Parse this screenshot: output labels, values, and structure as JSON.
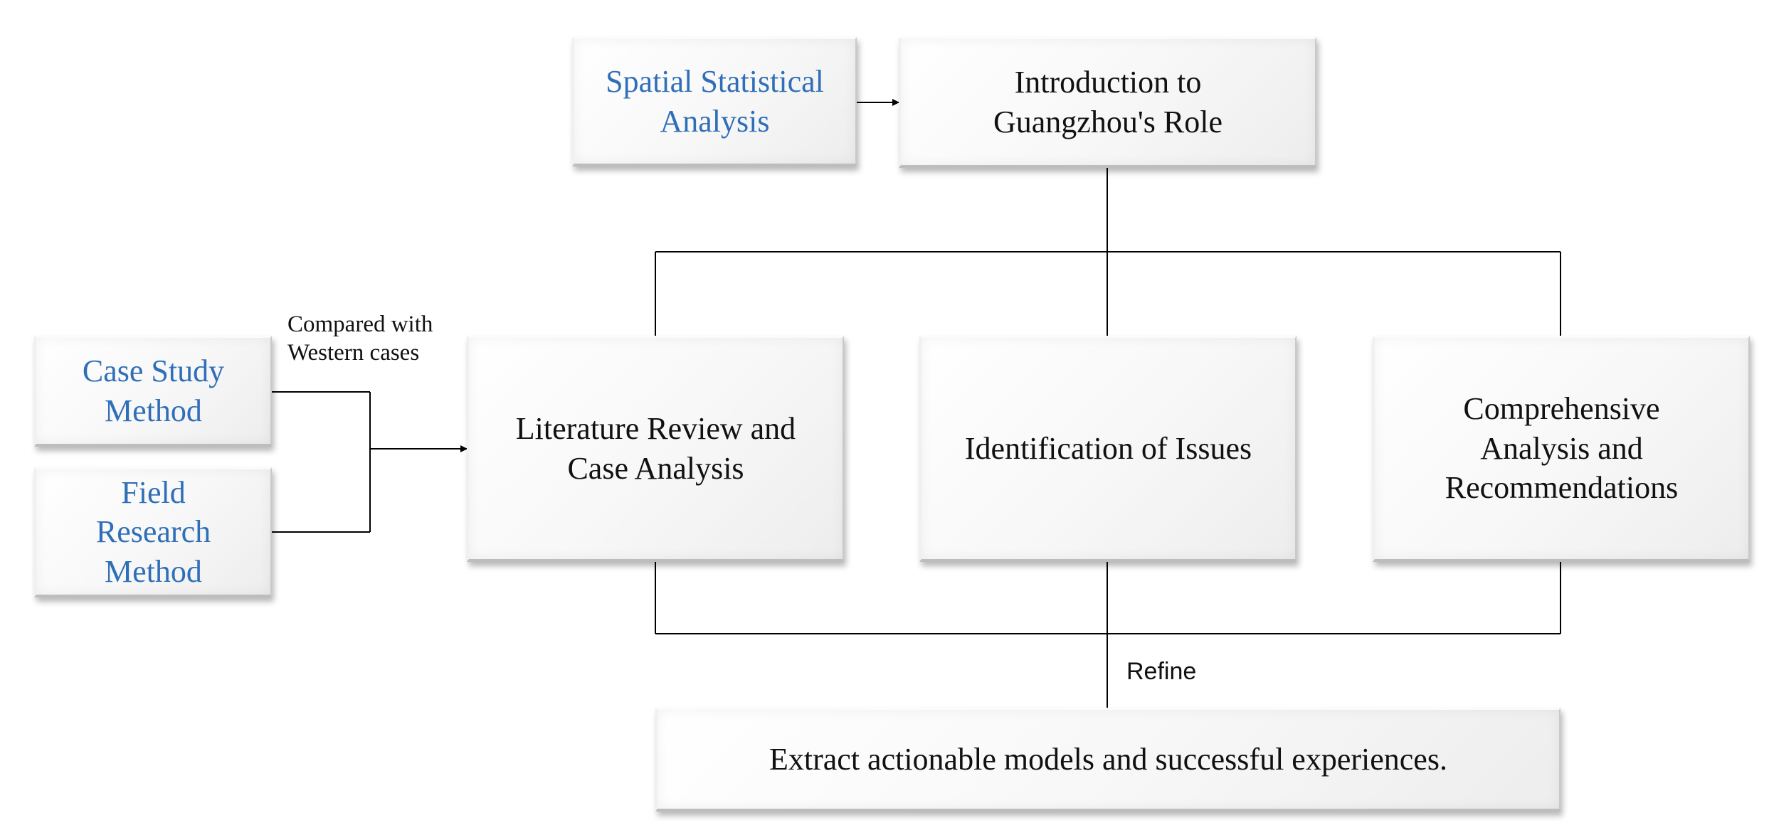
{
  "colors": {
    "method_text": "#2f6fb8",
    "main_text": "#111111",
    "connector": "#000000"
  },
  "methods": {
    "spatial": "Spatial Statistical\nAnalysis",
    "case_study": "Case Study\nMethod",
    "field_research": "Field\nResearch\nMethod"
  },
  "stages": {
    "introduction": "Introduction to\nGuangzhou's Role",
    "literature": "Literature Review and\nCase Analysis",
    "issues": "Identification of Issues",
    "recommendations": "Comprehensive\nAnalysis and\nRecommendations"
  },
  "outcome": "Extract actionable models and successful experiences.",
  "annotations": {
    "compared": "Compared with\nWestern cases",
    "refine": "Refine"
  }
}
